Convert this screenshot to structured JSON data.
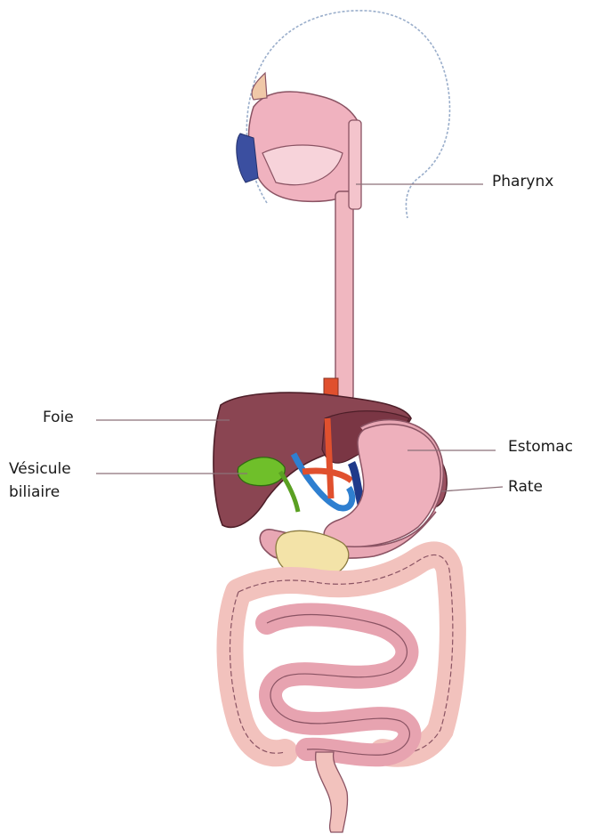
{
  "labels": {
    "pharynx": "Pharynx",
    "foie": "Foie",
    "vesicule_line1": "Vésicule",
    "vesicule_line2": "biliaire",
    "estomac": "Estomac",
    "rate": "Rate"
  },
  "colors": {
    "leader_line": "#8c7079",
    "liver": "#8a4552",
    "liver_dark": "#6b2e3b",
    "stomach": "#e8a7b4",
    "intestine": "#e7a3b0",
    "colon": "#f2c2bd",
    "esophagus": "#f0b7c0",
    "gallbladder": "#6fbf2a",
    "pancreas": "#f3e3a8",
    "artery": "#e0502e",
    "vein": "#2e7fd0",
    "head_outline": "#9aaecb"
  }
}
